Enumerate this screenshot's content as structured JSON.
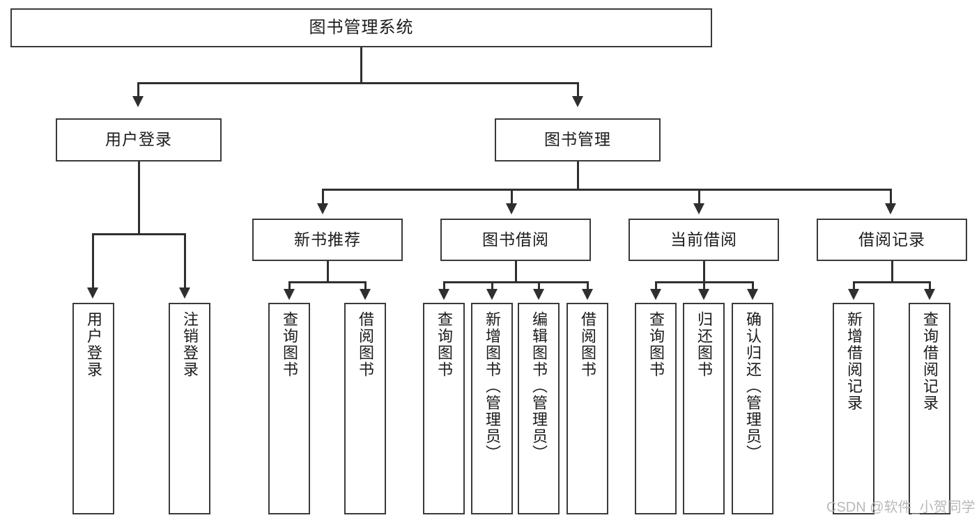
{
  "diagram": {
    "title": "图书管理系统",
    "root": {
      "label": "图书管理系统"
    },
    "level1": [
      {
        "label": "用户登录"
      },
      {
        "label": "图书管理"
      }
    ],
    "level2": [
      {
        "label": "新书推荐"
      },
      {
        "label": "图书借阅"
      },
      {
        "label": "当前借阅"
      },
      {
        "label": "借阅记录"
      }
    ],
    "leaves": [
      {
        "label": "用户登录"
      },
      {
        "label": "注销登录"
      },
      {
        "label": "查询图书"
      },
      {
        "label": "借阅图书"
      },
      {
        "label": "查询图书"
      },
      {
        "label": "新增图书（管理员）"
      },
      {
        "label": "编辑图书（管理员）"
      },
      {
        "label": "借阅图书"
      },
      {
        "label": "查询图书"
      },
      {
        "label": "归还图书"
      },
      {
        "label": "确认归还（管理员）"
      },
      {
        "label": "新增借阅记录"
      },
      {
        "label": "查询借阅记录"
      }
    ],
    "watermark": "CSDN @软件_小贺同学",
    "colors": {
      "box_border": "#3a3a3a",
      "connector": "#2f2f2f",
      "text": "#1b1b1b",
      "background": "#ffffff",
      "watermark": "#b9b9b9"
    }
  }
}
